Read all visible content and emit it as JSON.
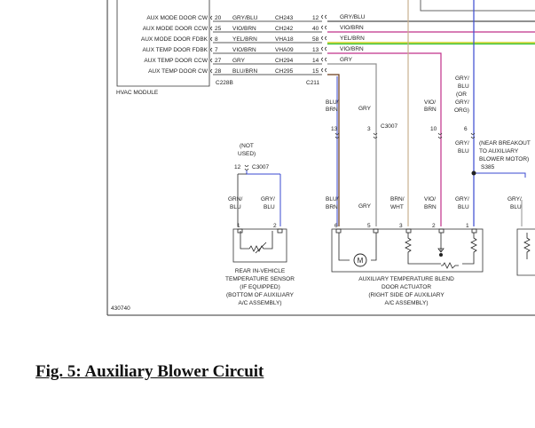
{
  "module": {
    "name": "HVAC MODULE",
    "connector_left": "C228B",
    "connector_right": "C211",
    "rows": [
      {
        "label": "AUX MODE DOOR CW",
        "pin": "20",
        "color": "GRY/BLU",
        "circuit": "CH243",
        "pin2": "12",
        "color2": "GRY/BLU"
      },
      {
        "label": "AUX MODE DOOR CCW",
        "pin": "25",
        "color": "VIO/BRN",
        "circuit": "CH242",
        "pin2": "40",
        "color2": "VIO/BRN"
      },
      {
        "label": "AUX MODE DOOR FDBK",
        "pin": "8",
        "color": "YEL/BRN",
        "circuit": "VHA18",
        "pin2": "58",
        "color2": "YEL/BRN"
      },
      {
        "label": "AUX TEMP DOOR FDBK",
        "pin": "7",
        "color": "VIO/BRN",
        "circuit": "VHA09",
        "pin2": "13",
        "color2": "VIO/BRN"
      },
      {
        "label": "AUX TEMP DOOR CCW",
        "pin": "27",
        "color": "GRY",
        "circuit": "CH294",
        "pin2": "14",
        "color2": "GRY"
      },
      {
        "label": "AUX TEMP DOOR CW",
        "pin": "28",
        "color": "BLU/BRN",
        "circuit": "CH295",
        "pin2": "15",
        "color2": ""
      }
    ]
  },
  "c3007_upper": {
    "connector": "C3007",
    "pins": [
      {
        "pin": "13",
        "color_line1": "BLU/",
        "color_line2": "BRN"
      },
      {
        "pin": "3",
        "color_line1": "GRY",
        "color_line2": ""
      },
      {
        "pin": "10",
        "color_line1": "VIO/",
        "color_line2": "BRN"
      },
      {
        "pin": "6",
        "color_line1": "GRY/",
        "color_line2": "BLU"
      }
    ],
    "grey_note": [
      "GRY/",
      "BLU",
      "(OR",
      "GRY/",
      "ORG)"
    ]
  },
  "not_used": {
    "lines": [
      "(NOT",
      "USED)"
    ],
    "pin": "12",
    "connector": "C3007"
  },
  "breakout": {
    "lines": [
      "(NEAR BREAKOUT",
      "TO AUXILIARY",
      "BLOWER MOTOR)"
    ],
    "splice": "S385"
  },
  "lower_colors": [
    {
      "line1": "GRN/",
      "line2": "BLU"
    },
    {
      "line1": "GRY/",
      "line2": "BLU"
    },
    {
      "line1": "BLU/",
      "line2": "BRN"
    },
    {
      "line1": "GRY",
      "line2": ""
    },
    {
      "line1": "BRN/",
      "line2": "WHT"
    },
    {
      "line1": "VIO/",
      "line2": "BRN"
    },
    {
      "line1": "GRY/",
      "line2": "BLU"
    },
    {
      "line1": "GRY/",
      "line2": "BLU"
    }
  ],
  "sensor": {
    "pins": [
      "1",
      "2"
    ],
    "lines": [
      "REAR IN-VEHICLE",
      "TEMPERATURE SENSOR",
      "(IF EQUIPPED)",
      "(BOTTOM OF AUXILIARY",
      "A/C ASSEMBLY)"
    ]
  },
  "actuator": {
    "pins": [
      "6",
      "5",
      "3",
      "2",
      "1"
    ],
    "motor_symbol": "M",
    "lines": [
      "AUXILIARY TEMPERATURE BLEND",
      "DOOR ACTUATOR",
      "(RIGHT SIDE OF AUXILIARY",
      "A/C ASSEMBLY)"
    ]
  },
  "figure_id": "430740",
  "caption": "Fig. 5: Auxiliary Blower Circuit",
  "colors": {
    "black": "#222222",
    "blue": "#3a4ad0",
    "violet": "#c0308a",
    "yellow": "#d0d020",
    "green": "#30c030",
    "grey": "#909090",
    "tan": "#c8b090",
    "brown": "#6a3a1a"
  }
}
